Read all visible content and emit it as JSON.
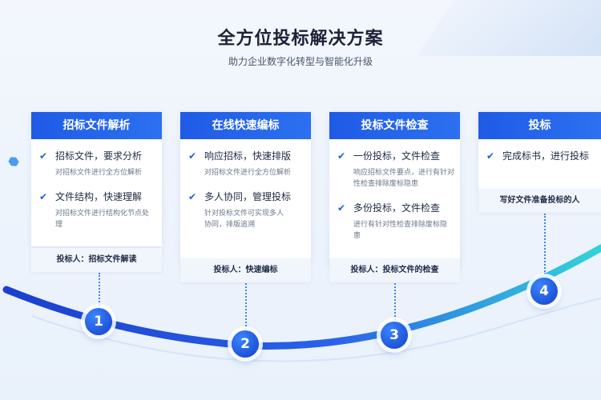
{
  "header": {
    "title": "全方位投标解决方案",
    "subtitle": "助力企业数字化转型与智能化升级"
  },
  "cards": [
    {
      "title": "招标文件解析",
      "items": [
        {
          "title": "招标文件，要求分析",
          "desc": "对招标文件进行全方位解析"
        },
        {
          "title": "文件结构，快速理解",
          "desc": "对招标文件进行结构化节点处理"
        }
      ],
      "footer": "投标人：招标文件解读",
      "step": "1"
    },
    {
      "title": "在线快速编标",
      "items": [
        {
          "title": "响应招标，快速排版",
          "desc": "对招标文件进行全方位解析"
        },
        {
          "title": "多人协同，管理投标",
          "desc": "针对投标文件可实现多人协同，排版追溯"
        }
      ],
      "footer": "投标人：快速编标",
      "step": "2"
    },
    {
      "title": "投标文件检查",
      "items": [
        {
          "title": "一份投标，文件检查",
          "desc": "响应招标文件要点，进行有针对性检查排除废标隐患"
        },
        {
          "title": "多份投标，文件检查",
          "desc": "进行有针对性检查排除废标隐患"
        }
      ],
      "footer": "投标人：投标文件的检查",
      "step": "3"
    },
    {
      "title": "投标",
      "items": [
        {
          "title": "完成标书，进行投标",
          "desc": ""
        }
      ],
      "footer": "写好文件准备投标的人",
      "step": "4"
    }
  ],
  "colors": {
    "accent": "#1f5be6",
    "curve_start": "#1b3fd0",
    "curve_end": "#34d3d8"
  }
}
